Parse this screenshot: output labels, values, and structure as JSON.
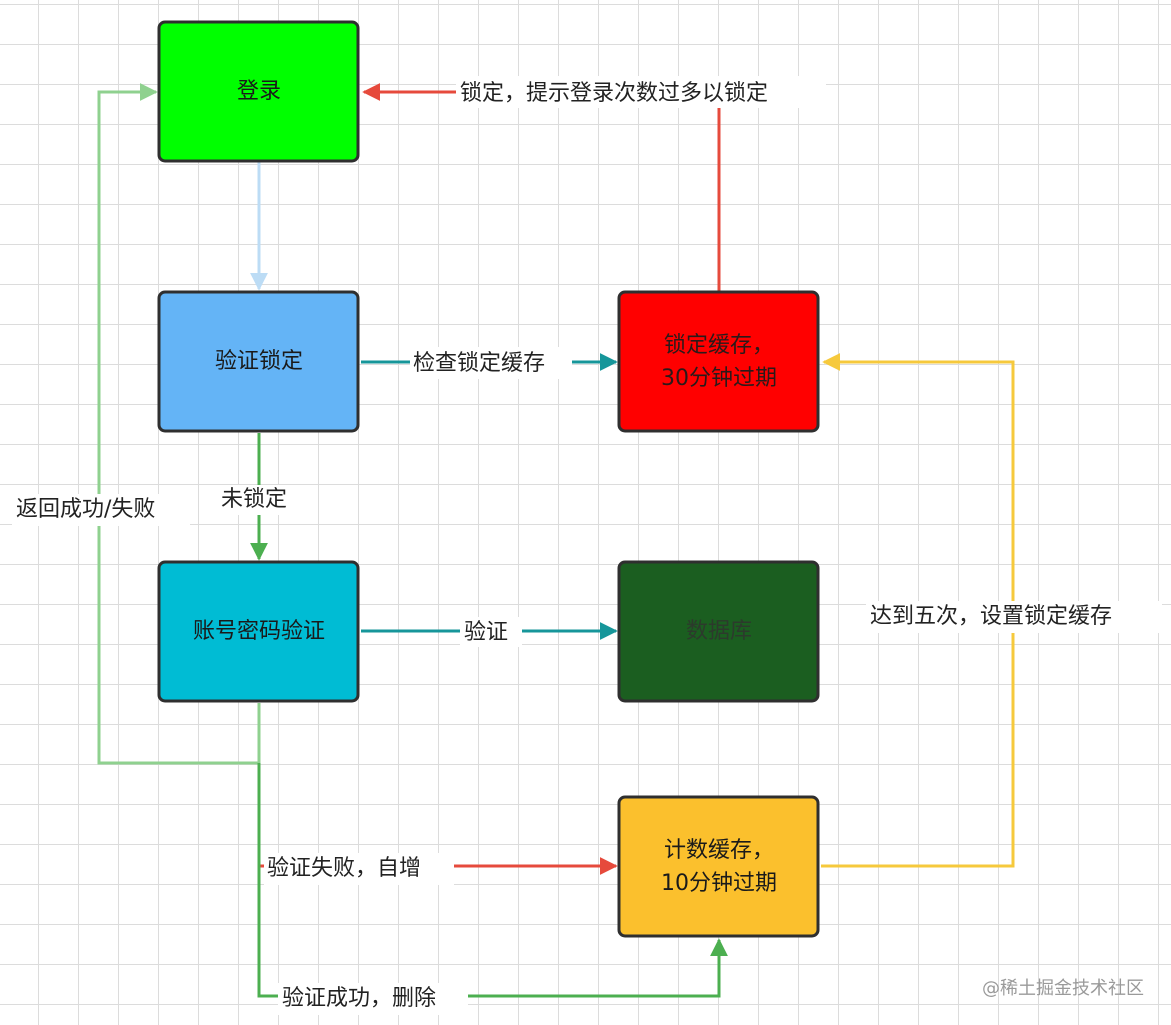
{
  "colors": {
    "login": "#00ff00",
    "verify_lock": "#64b4f6",
    "account_verify": "#00bcd4",
    "lock_cache": "#ff0000",
    "database": "#1b5e20",
    "count_cache": "#fbc02d",
    "teal_edge": "#16969a",
    "red_edge": "#e64a3c",
    "green_edge": "#4caf50",
    "light_green_edge": "#8fd18f",
    "light_blue_edge": "#bcdcf5",
    "yellow_edge": "#f6c93c"
  },
  "nodes": {
    "login": "登录",
    "verify_lock": "验证锁定",
    "account_verify": "账号密码验证",
    "lock_cache": [
      "锁定缓存，",
      "30分钟过期"
    ],
    "database": "数据库",
    "count_cache": [
      "计数缓存，",
      "10分钟过期"
    ]
  },
  "edges": {
    "lock_to_login": "锁定，提示登录次数过多以锁定",
    "check_lock": "检查锁定缓存",
    "not_locked": "未锁定",
    "verify_db": "验证",
    "return_result": "返回成功/失败",
    "fail_increment": "验证失败，自增",
    "success_delete": "验证成功，删除",
    "five_times": "达到五次，设置锁定缓存"
  },
  "watermark": "@稀土掘金技术社区"
}
